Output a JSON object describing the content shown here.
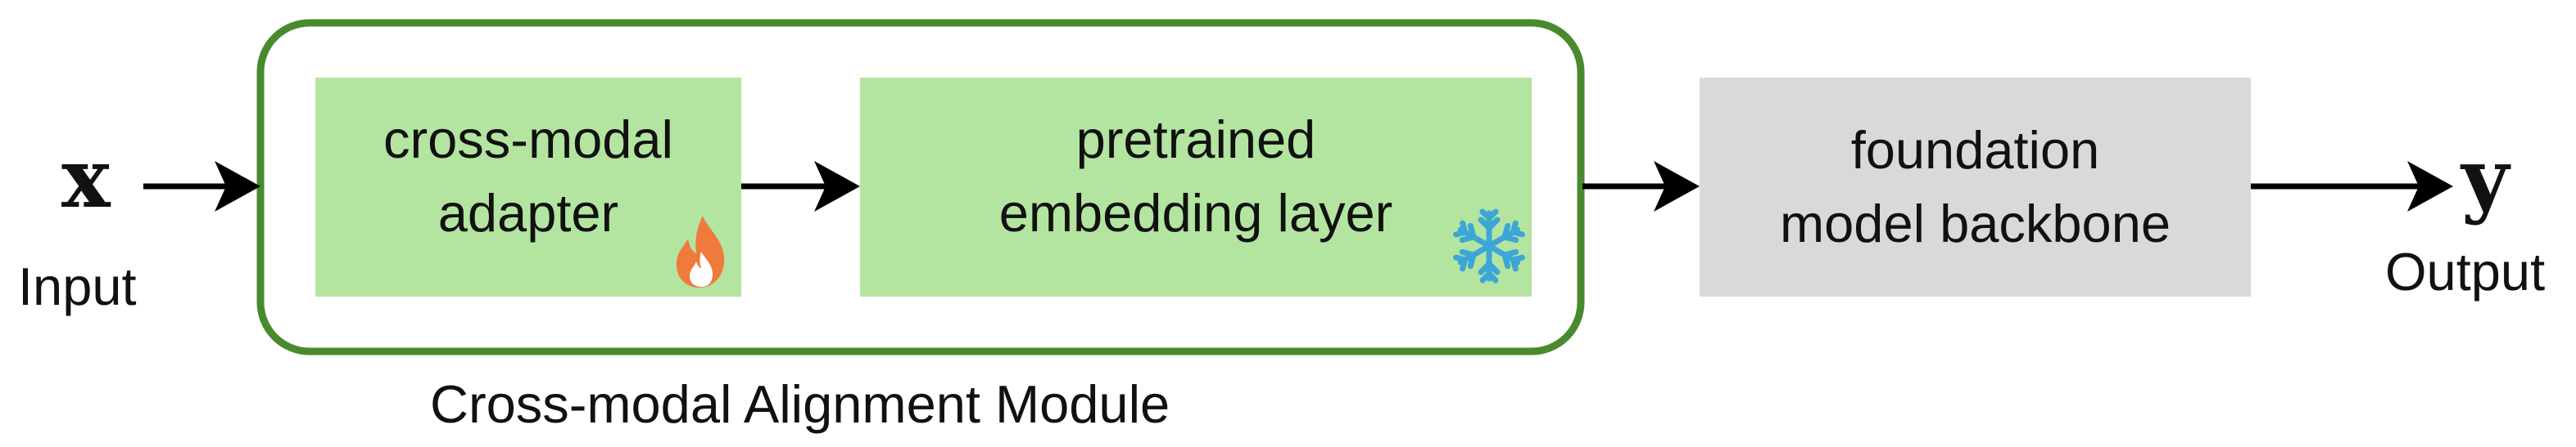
{
  "input": {
    "symbol": "x",
    "label": "Input"
  },
  "output": {
    "symbol": "y",
    "label": "Output"
  },
  "module": {
    "label": "Cross-modal Alignment Module",
    "border_color": "#4a8a2e",
    "adapter": {
      "label": "cross-modal\nadapter",
      "icon": "fire-icon",
      "fill": "#b3e5a0"
    },
    "embedding": {
      "label": "pretrained\nembedding layer",
      "icon": "snowflake-icon",
      "fill": "#b3e5a0"
    }
  },
  "backbone": {
    "label": "foundation\nmodel backbone",
    "fill": "#d9d9d9"
  }
}
